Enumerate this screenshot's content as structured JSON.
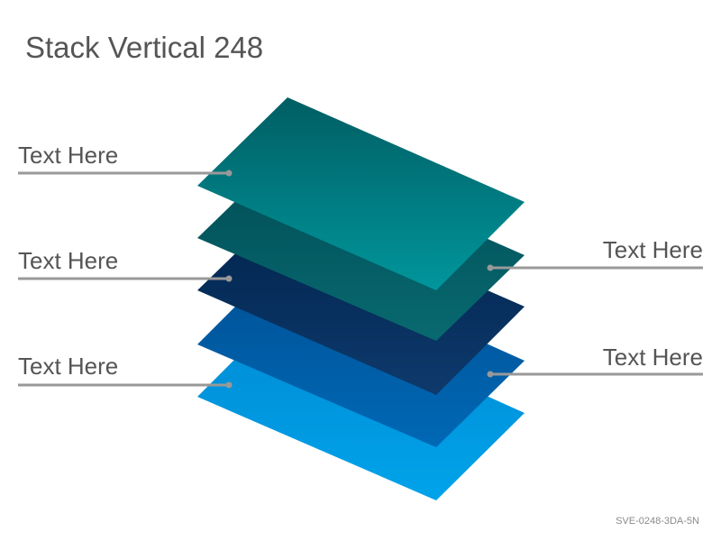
{
  "title": "Stack Vertical 248",
  "labels": {
    "left_top": "Text Here",
    "left_middle": "Text Here",
    "left_bottom": "Text Here",
    "right_top": "Text Here",
    "right_bottom": "Text Here"
  },
  "footer_code": "SVE-0248-3DA-5N",
  "layers": [
    {
      "name": "layer-bottom",
      "color_light": "#00a3ea",
      "color_dark": "#0089d2"
    },
    {
      "name": "layer-4",
      "color_light": "#0068b5",
      "color_dark": "#004f93"
    },
    {
      "name": "layer-3",
      "color_light": "#0e3a6c",
      "color_dark": "#00224b"
    },
    {
      "name": "layer-2",
      "color_light": "#086a70",
      "color_dark": "#004a54"
    },
    {
      "name": "layer-top",
      "color_light": "#00969c",
      "color_dark": "#005e63"
    }
  ],
  "colors": {
    "leader_line": "#999999",
    "text": "#555555"
  }
}
